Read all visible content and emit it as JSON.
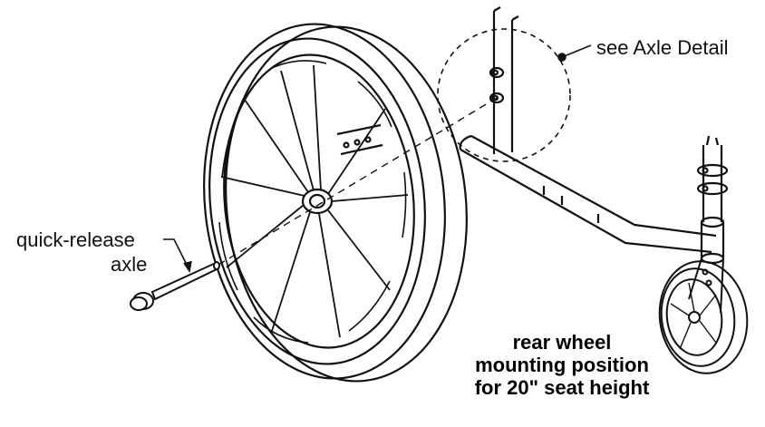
{
  "callouts": {
    "axle_detail": "see Axle Detail",
    "quick_release_line1": "quick-release",
    "quick_release_line2": "axle"
  },
  "caption": {
    "line1": "rear wheel",
    "line2": "mounting position",
    "line3": "for 20\" seat height"
  },
  "colors": {
    "ink": "#111111",
    "background": "#ffffff"
  }
}
